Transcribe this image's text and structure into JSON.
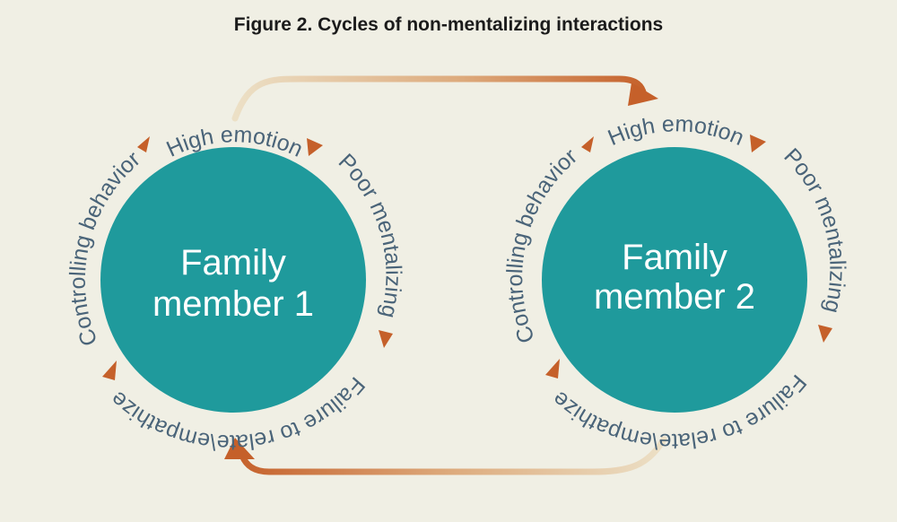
{
  "title": "Figure 2.  Cycles of non-mentalizing interactions",
  "colors": {
    "background": "#f0efe4",
    "circle": "#1f9a9c",
    "ring_text": "#4a6479",
    "arrow": "#c5602a",
    "arrow_fade": "#ece0c6"
  },
  "cycles": [
    {
      "circle_line1": "Family",
      "circle_line2": "member 1",
      "steps": {
        "high_emotion": "High emotion",
        "poor_mentalizing": "Poor mentalizing",
        "failure": "Failure to relate\\empathize",
        "controlling": "Controlling behavior"
      }
    },
    {
      "circle_line1": "Family",
      "circle_line2": "member 2",
      "steps": {
        "high_emotion": "High emotion",
        "poor_mentalizing": "Poor mentalizing",
        "failure": "Failure to relate\\empathize",
        "controlling": "Controlling behavior"
      }
    }
  ]
}
